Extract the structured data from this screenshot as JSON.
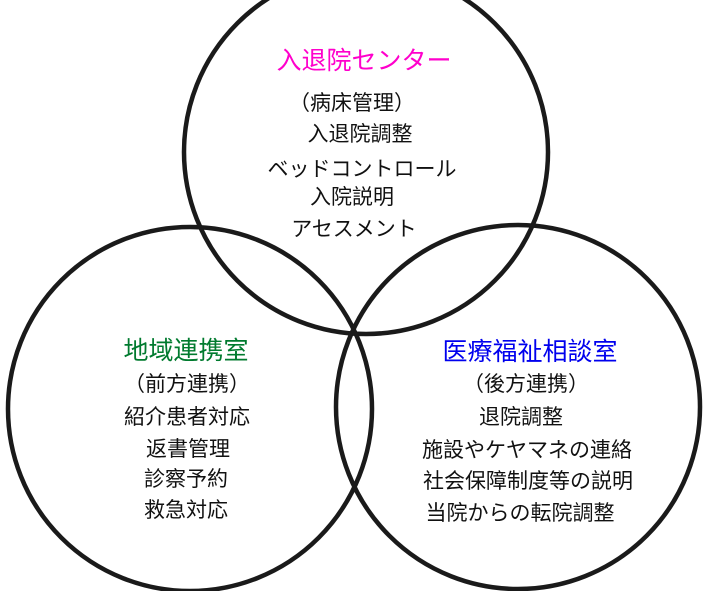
{
  "colors": {
    "admission_center": "#ff00cc",
    "regional_liaison": "#007a2e",
    "medical_welfare": "#0000ee",
    "outline": "#1a1a1a",
    "text": "#111111"
  },
  "admission_center": {
    "title": "入退院センター",
    "subtitle": "（病床管理）",
    "items": [
      "入退院調整",
      "ベッドコントロール",
      "入院説明",
      "アセスメント"
    ]
  },
  "regional_liaison": {
    "title": "地域連携室",
    "subtitle": "（前方連携）",
    "items": [
      "紹介患者対応",
      "返書管理",
      "診察予約",
      "救急対応"
    ]
  },
  "medical_welfare": {
    "title": "医療福祉相談室",
    "subtitle": "（後方連携）",
    "items": [
      "退院調整",
      "施設やケヤマネの連絡",
      "社会保障制度等の説明",
      "当院からの転院調整"
    ]
  }
}
